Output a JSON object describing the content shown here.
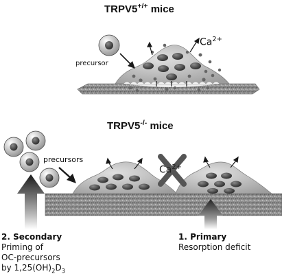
{
  "panel_top": {
    "title_main": "TRPV5",
    "title_sup": "+/+",
    "title_suffix": " mice",
    "precursor_label": "precursor",
    "ion_label": "Ca",
    "ion_charge": "2+"
  },
  "panel_bottom": {
    "title_main": "TRPV5",
    "title_sup": "-/-",
    "title_suffix": " mice",
    "precursors_label": "precursors",
    "ion_label": "Ca",
    "ion_charge": "2+"
  },
  "secondary": {
    "heading": "2. Secondary",
    "line1": "Priming of",
    "line2": "OC-precursors",
    "line3_prefix": "by 1,25(OH)",
    "line3_sub1": "2",
    "line3_mid": "D",
    "line3_sub2": "3"
  },
  "primary": {
    "heading": "1. Primary",
    "line1": "Resorption deficit"
  },
  "colors": {
    "bone": "#9a9a9a",
    "cell": "#c4c4c4",
    "nucleus": "#5a5a5a",
    "arrow": "#2a2a2a",
    "cross": "#555555"
  }
}
